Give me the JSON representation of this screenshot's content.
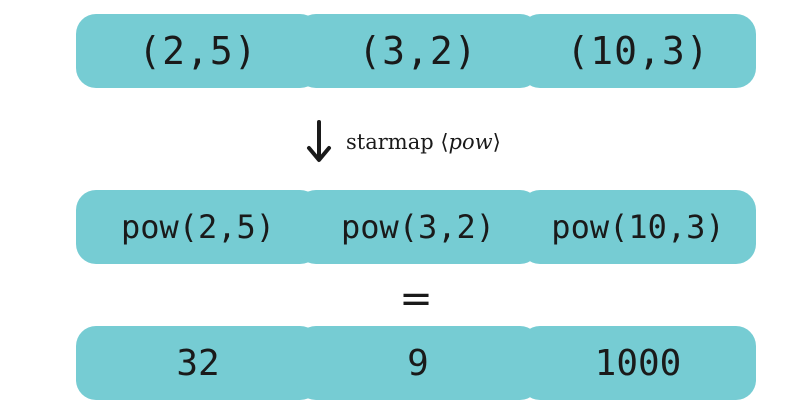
{
  "inputs": [
    "(2,5)",
    "(3,2)",
    "(10,3)"
  ],
  "operation": {
    "name": "starmap",
    "open_bracket": "⟨",
    "function": "pow",
    "close_bracket": "⟩",
    "arrow_icon": "down-arrow"
  },
  "calls": [
    "pow(2,5)",
    "pow(3,2)",
    "pow(10,3)"
  ],
  "equals": "=",
  "results": [
    "32",
    "9",
    "1000"
  ],
  "colors": {
    "cell_fill": "#76ccd3",
    "text": "#1a1a1a",
    "background": "#ffffff"
  }
}
